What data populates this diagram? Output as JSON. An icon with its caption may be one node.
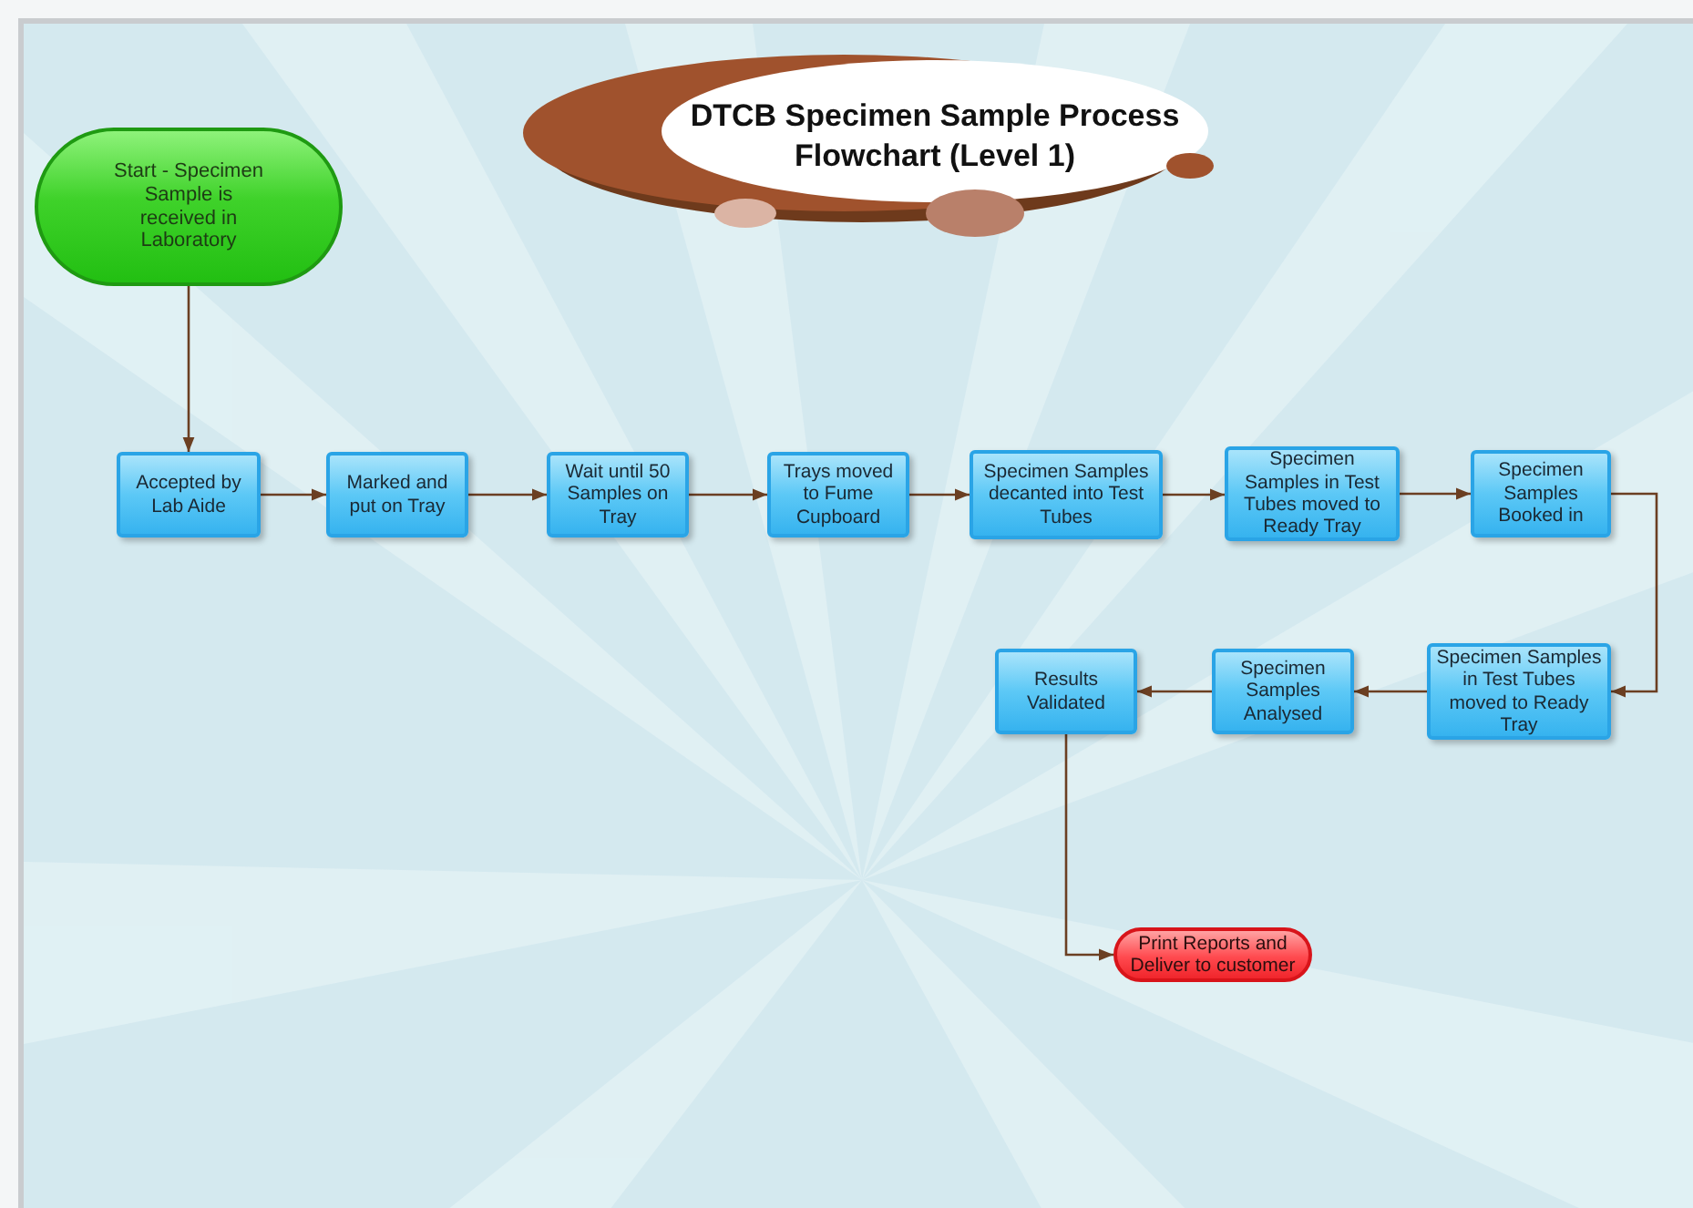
{
  "diagram": {
    "title": "DTCB Specimen Sample Process Flowchart (Level 1)",
    "nodes": [
      {
        "text": [
          "Start - Specimen Sample is received in Laboratory"
        ]
      },
      {
        "text": [
          "Accepted by Lab Aide"
        ]
      },
      {
        "text": [
          "Marked and put on Tray"
        ]
      },
      {
        "text": [
          "Wait until 50 Samples on Tray"
        ]
      },
      {
        "text": [
          "Trays moved to Fume Cupboard"
        ]
      },
      {
        "text": [
          "Specimen Samples decanted into Test Tubes"
        ]
      },
      {
        "text": [
          "Specimen Samples in Test Tubes moved to Ready Tray"
        ]
      },
      {
        "text": [
          "Specimen Samples Booked in"
        ]
      },
      {
        "text": [
          "Specimen Samples in Test Tubes moved to Ready Tray"
        ]
      },
      {
        "text": [
          "Specimen Samples Analysed"
        ]
      },
      {
        "text": [
          "Results Validated"
        ]
      },
      {
        "text": [
          "Print Reports and Deliver to customer"
        ]
      }
    ],
    "edges": [
      {
        "from": 0,
        "to": 1,
        "arrow": "to"
      },
      {
        "from": 1,
        "to": 2,
        "arrow": "to"
      },
      {
        "from": 2,
        "to": 3,
        "arrow": "to"
      },
      {
        "from": 3,
        "to": 4,
        "arrow": "to"
      },
      {
        "from": 4,
        "to": 5,
        "arrow": "to"
      },
      {
        "from": 5,
        "to": 6,
        "arrow": "to"
      },
      {
        "from": 6,
        "to": 7,
        "arrow": "to"
      },
      {
        "from": 7,
        "to": 8,
        "arrow": "to"
      },
      {
        "from": 8,
        "to": 9,
        "arrow": "to"
      },
      {
        "from": 9,
        "to": 10,
        "arrow": "to"
      },
      {
        "from": 10,
        "to": 11,
        "arrow": "to"
      }
    ]
  }
}
